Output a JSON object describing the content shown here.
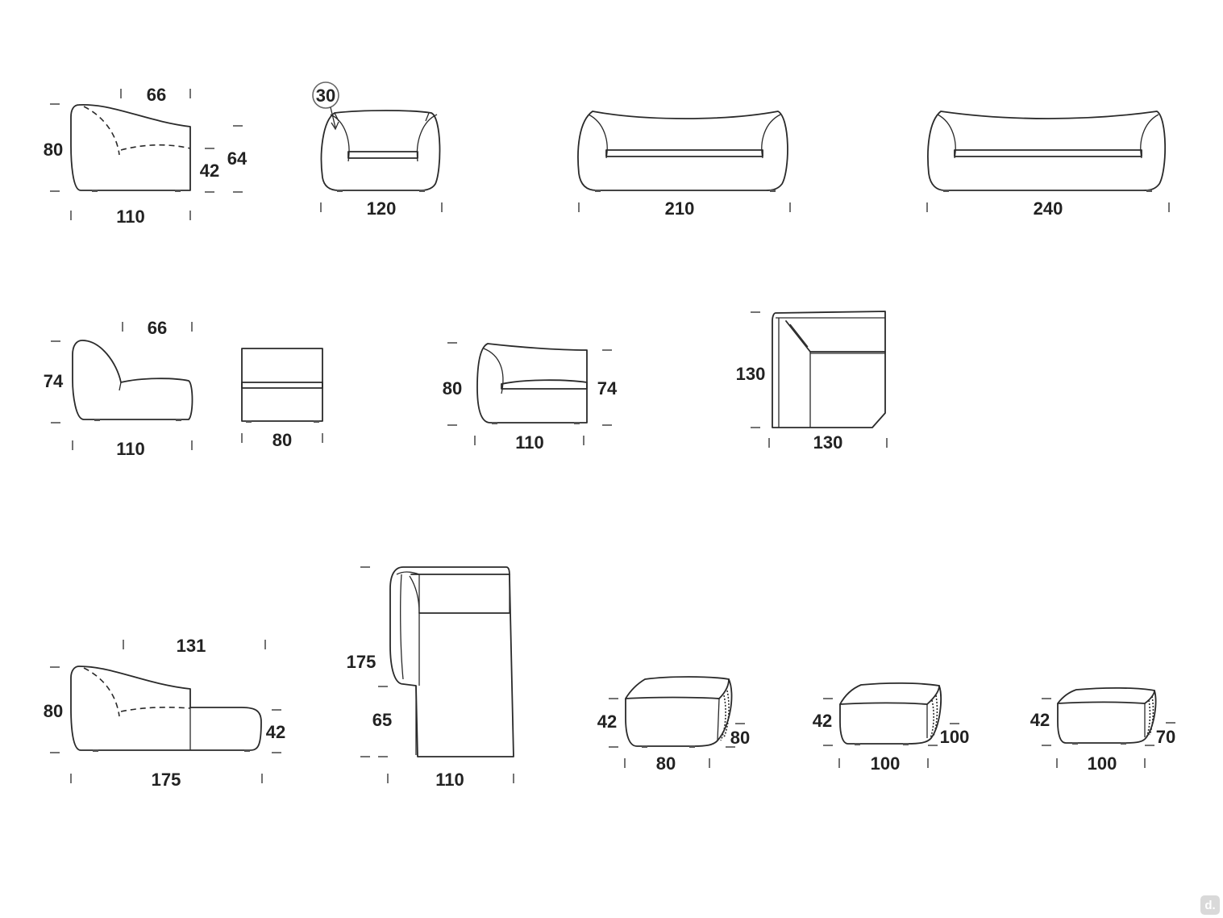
{
  "row1": {
    "armchair_side": {
      "depth": "110",
      "seat_depth": "66",
      "height": "80",
      "seat_height": "42",
      "arm_height": "64"
    },
    "armchair_front": {
      "width": "120",
      "callout": "30"
    },
    "sofa_210": {
      "width": "210"
    },
    "sofa_240": {
      "width": "240"
    }
  },
  "row2": {
    "armless_side": {
      "depth": "110",
      "seat_depth": "66",
      "height": "74"
    },
    "armless_front": {
      "width": "80"
    },
    "corner_arm": {
      "depth": "110",
      "height": "80",
      "back_height": "74"
    },
    "corner_top": {
      "depth": "130",
      "width": "130"
    }
  },
  "row3": {
    "chaise_side": {
      "length": "175",
      "back_depth": "131",
      "height": "80",
      "seat_height": "42"
    },
    "chaise_top": {
      "width": "110",
      "length": "175",
      "seat_section": "65"
    },
    "pouf_80": {
      "width": "80",
      "depth": "80",
      "height": "42"
    },
    "pouf_100x100": {
      "width": "100",
      "depth": "100",
      "height": "42"
    },
    "pouf_100x70": {
      "width": "100",
      "depth": "70",
      "height": "42"
    }
  },
  "branding": {
    "logo_text": "d."
  }
}
